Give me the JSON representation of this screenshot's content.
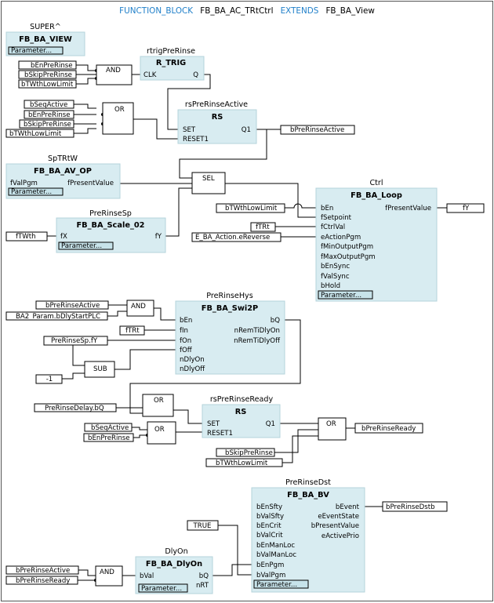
{
  "header": {
    "kw_fb": "FUNCTION_BLOCK",
    "name": "FB_BA_AC_TRtCtrl",
    "kw_ext": "EXTENDS",
    "base": "FB_BA_View"
  },
  "common": {
    "param": "Parameter..."
  },
  "super": {
    "inst": "SUPER^",
    "type": "FB_BA_VIEW"
  },
  "rtrig": {
    "inst": "rtrigPreRinse",
    "type": "R_TRIG",
    "clk": "CLK",
    "q": "Q"
  },
  "and1": {
    "label": "AND",
    "in1": "bEnPreRinse",
    "in2": "bSkipPreRinse",
    "in3": "bTWthLowLimit"
  },
  "or1": {
    "label": "OR",
    "in1": "bSeqActive",
    "in2": "bEnPreRinse",
    "in3": "bSkipPreRinse",
    "in4": "bTWthLowLimit"
  },
  "rs1": {
    "inst": "rsPreRinseActive",
    "type": "RS",
    "set": "SET",
    "reset": "RESET1",
    "q1": "Q1",
    "out": "bPreRinseActive"
  },
  "sptrtw": {
    "inst": "SpTRtW",
    "type": "FB_BA_AV_OP",
    "in": "fValPgm",
    "out": "fPresentValue"
  },
  "sel": {
    "label": "SEL"
  },
  "scale": {
    "inst": "PreRinseSp",
    "type": "FB_BA_Scale_02",
    "in": "fX",
    "out": "fY",
    "invar": "fTWth"
  },
  "ctrl": {
    "inst": "Ctrl",
    "type": "FB_BA_Loop",
    "pins": [
      "bEn",
      "fSetpoint",
      "fCtrlVal",
      "eActionPgm",
      "fMinOutputPgm",
      "fMaxOutputPgm",
      "bEnSync",
      "fValSync",
      "bHold"
    ],
    "out_pin": "fPresentValue",
    "out_var": "fY",
    "in_bEn": "bTWthLowLimit",
    "in_fCtrlVal": "fTRt",
    "in_eAction": "E_BA_Action.eReverse"
  },
  "hys": {
    "inst": "PreRinseHys",
    "type": "FB_BA_Swi2P",
    "pins": [
      "bEn",
      "fIn",
      "fOn",
      "fOff",
      "nDlyOn",
      "nDlyOff"
    ],
    "outs": [
      "bQ",
      "nRemTiDlyOn",
      "nRemTiDlyOff"
    ]
  },
  "and2": {
    "label": "AND",
    "in1": "bPreRinseActive",
    "in2": "BA2_Param.bDlyStartPLC"
  },
  "hys_inputs": {
    "fIn": "fTRt",
    "fOn": "PreRinseSp.fY",
    "neg": "-1"
  },
  "sub": {
    "label": "SUB"
  },
  "or2": {
    "label": "OR",
    "in1": "PreRinseDelay.bQ"
  },
  "or3": {
    "label": "OR",
    "in1": "bSeqActive",
    "in2": "bEnPreRinse"
  },
  "rs2": {
    "inst": "rsPreRinseReady",
    "type": "RS",
    "set": "SET",
    "reset": "RESET1",
    "q1": "Q1"
  },
  "or4": {
    "label": "OR",
    "in2": "bSkipPreRinse",
    "in3": "bTWthLowLimit",
    "out": "bPreRinseReady"
  },
  "bv": {
    "inst": "PreRinseDst",
    "type": "FB_BA_BV",
    "pins": [
      "bEnSfty",
      "bValSfty",
      "bEnCrit",
      "bValCrit",
      "bEnManLoc",
      "bValManLoc",
      "bEnPgm",
      "bValPgm"
    ],
    "outs": [
      "bEvent",
      "eEventState",
      "bPresentValue",
      "eActivePrio"
    ],
    "out_var": "bPreRinseDstb",
    "true_var": "TRUE"
  },
  "dlyon": {
    "inst": "DlyOn",
    "type": "FB_BA_DlyOn",
    "in": "bVal",
    "out1": "bQ",
    "out2": "nRT"
  },
  "and3": {
    "label": "AND",
    "in1": "bPreRinseActive",
    "in2": "bPreRinseReady"
  }
}
